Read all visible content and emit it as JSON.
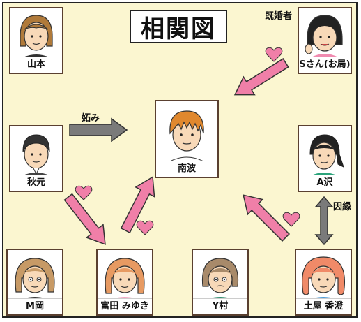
{
  "title": "相関図",
  "notes": {
    "married": "既婚者",
    "jealousy": "妬み",
    "in_law": "因縁"
  },
  "people": {
    "yamamoto": "山本",
    "s_san": "Sさん(お局)",
    "akimoto": "秋元",
    "nanba": "南波",
    "a_sawa": "A沢",
    "m_oka": "M岡",
    "tomita": "富田 みゆき",
    "y_mura": "Y村",
    "tsuchiya": "土屋 香澄"
  },
  "colors": {
    "love_arrow": "#f07fa8",
    "neutral_arrow": "#7a7a7a",
    "heart": "#f07fa8"
  }
}
